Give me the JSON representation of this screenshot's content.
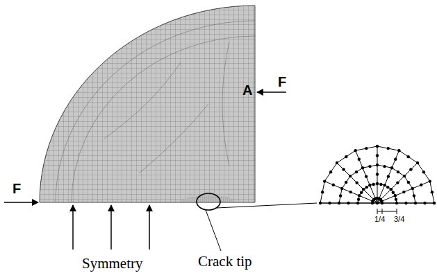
{
  "diagram": {
    "labels": [
      "F",
      "A",
      "F",
      "Symmetry",
      "Crack tip",
      "1/4",
      "3/4"
    ]
  }
}
